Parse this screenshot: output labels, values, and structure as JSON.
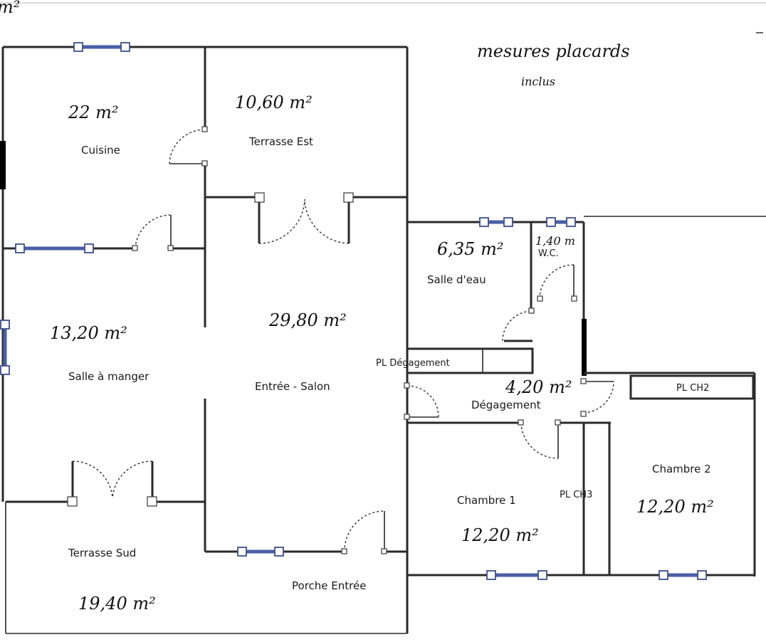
{
  "top_fragment": "m²",
  "notes": {
    "line1": "mesures placards",
    "line2": "inclus"
  },
  "rooms": [
    {
      "id": "cuisine",
      "label": "Cuisine",
      "area": "22 m²"
    },
    {
      "id": "terrasse-est",
      "label": "Terrasse Est",
      "area": "10,60 m²"
    },
    {
      "id": "salle-a-manger",
      "label": "Salle à manger",
      "area": "13,20 m²"
    },
    {
      "id": "entree-salon",
      "label": "Entrée - Salon",
      "area": "29,80 m²"
    },
    {
      "id": "salle-d-eau",
      "label": "Salle d'eau",
      "area": "6,35 m²"
    },
    {
      "id": "wc",
      "label": "W.C.",
      "area": "1,40 m"
    },
    {
      "id": "degagement",
      "label": "Dégagement",
      "area": "4,20 m²"
    },
    {
      "id": "chambre-1",
      "label": "Chambre 1",
      "area": "12,20 m²"
    },
    {
      "id": "chambre-2",
      "label": "Chambre 2",
      "area": "12,20 m²"
    },
    {
      "id": "terrasse-sud",
      "label": "Terrasse Sud",
      "area": "19,40 m²"
    },
    {
      "id": "porche-entree",
      "label": "Porche Entrée",
      "area": ""
    }
  ],
  "closets": {
    "pl_degagement": "PL Dégagement",
    "pl_ch2": "PL CH2",
    "pl_ch3": "PL CH3"
  },
  "colors": {
    "wall": "#2a2a2a",
    "window": "#4a5fa5"
  }
}
